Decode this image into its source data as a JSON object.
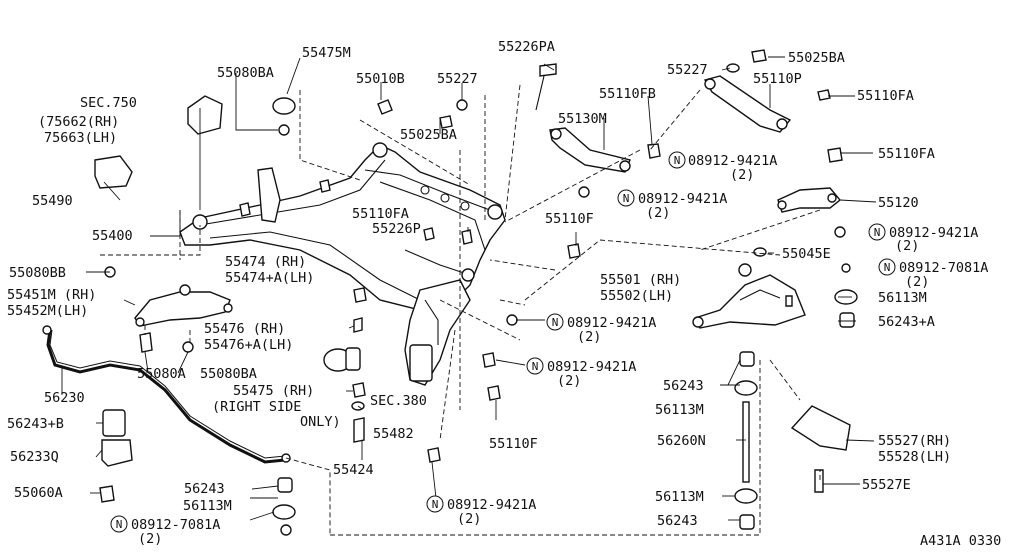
{
  "reference_code": "A431A 0330",
  "callouts": {
    "c01": "55475M",
    "c02": "55080BA",
    "c03": "55010B",
    "c04": "55227",
    "c05": "55226PA",
    "c06": "55227",
    "c07": "55025BA",
    "c08": "SEC.750",
    "c09": "(75662(RH)",
    "c10": "75663(LH)",
    "c11": "55025BA",
    "c12": "55110FB",
    "c13": "55110P",
    "c14": "55110FA",
    "c15": "55130M",
    "c16": "08912-9421A",
    "c17": "(2)",
    "c18": "55110FA",
    "c19": "55490",
    "c20": "08912-9421A",
    "c21": "(2)",
    "c22": "55120",
    "c23": "55110FA",
    "c24": "55226P",
    "c25": "55110F",
    "c26": "08912-9421A",
    "c27": "(2)",
    "c28": "55400",
    "c29": "55474 (RH)",
    "c30": "55474+A(LH)",
    "c31": "55045E",
    "c32": "55080BB",
    "c33": "08912-7081A",
    "c34": "(2)",
    "c35": "55501 (RH)",
    "c36": "55502(LH)",
    "c37": "55451M (RH)",
    "c38": "55452M(LH)",
    "c39": "56113M",
    "c40": "08912-9421A",
    "c41": "(2)",
    "c42": "56243+A",
    "c43": "55476 (RH)",
    "c44": "55476+A(LH)",
    "c45": "55080A",
    "c46": "55080BA",
    "c47": "08912-9421A",
    "c48": "(2)",
    "c49": "56230",
    "c50": "56243",
    "c51": "55475 (RH)",
    "c52": "(RIGHT SIDE",
    "c53": "ONLY)",
    "c54": "SEC.380",
    "c55": "56113M",
    "c56": "56243+B",
    "c57": "55482",
    "c58": "55110F",
    "c59": "56260N",
    "c60": "55527(RH)",
    "c61": "55528(LH)",
    "c62": "56233Q",
    "c63": "55424",
    "c64": "56243",
    "c65": "55527E",
    "c66": "55060A",
    "c67": "56113M",
    "c68": "56113M",
    "c69": "08912-9421A",
    "c70": "(2)",
    "c71": "08912-7081A",
    "c72": "(2)",
    "c73": "56243"
  },
  "nut_marker": "N"
}
